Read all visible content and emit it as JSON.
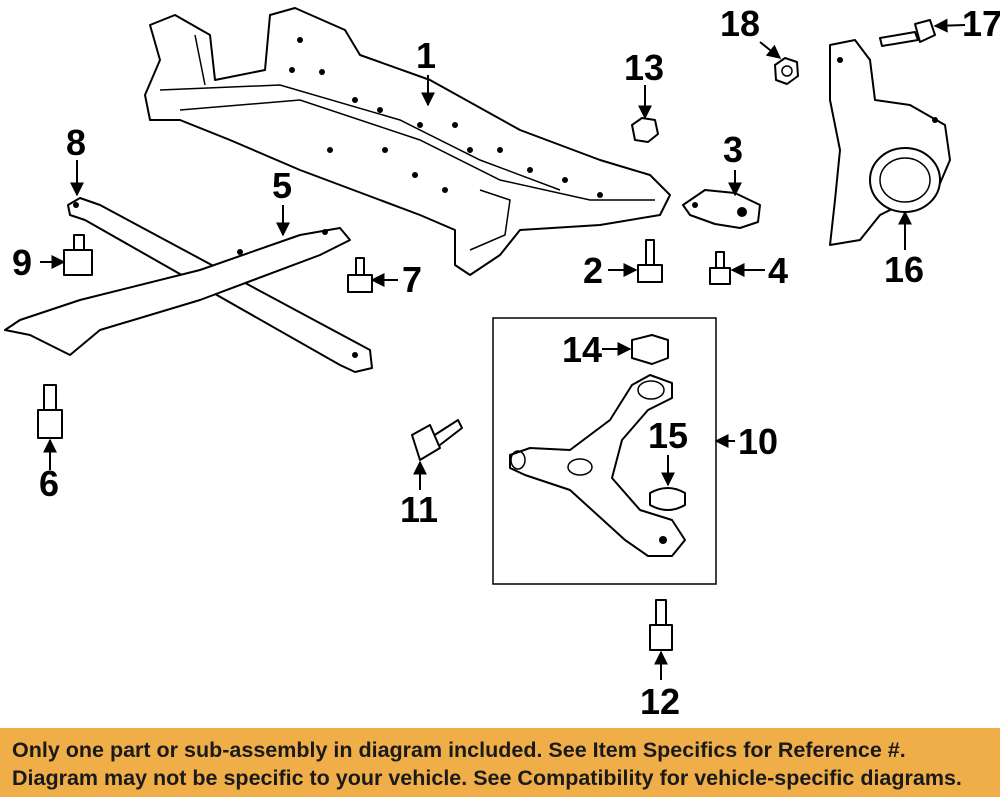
{
  "colors": {
    "banner_bg": "#f0ae49",
    "line": "#000000",
    "text": "#1a1a1a"
  },
  "callouts": {
    "c1": "1",
    "c2": "2",
    "c3": "3",
    "c4": "4",
    "c5": "5",
    "c6": "6",
    "c7": "7",
    "c8": "8",
    "c9": "9",
    "c10": "10",
    "c11": "11",
    "c12": "12",
    "c13": "13",
    "c14": "14",
    "c15": "15",
    "c16": "16",
    "c17": "17",
    "c18": "18"
  },
  "banner": {
    "line1": "Only one part or sub-assembly in diagram included. See Item Specifics for Reference #.",
    "line2": "Diagram may not be specific to your vehicle. See Compatibility for vehicle-specific diagrams."
  }
}
